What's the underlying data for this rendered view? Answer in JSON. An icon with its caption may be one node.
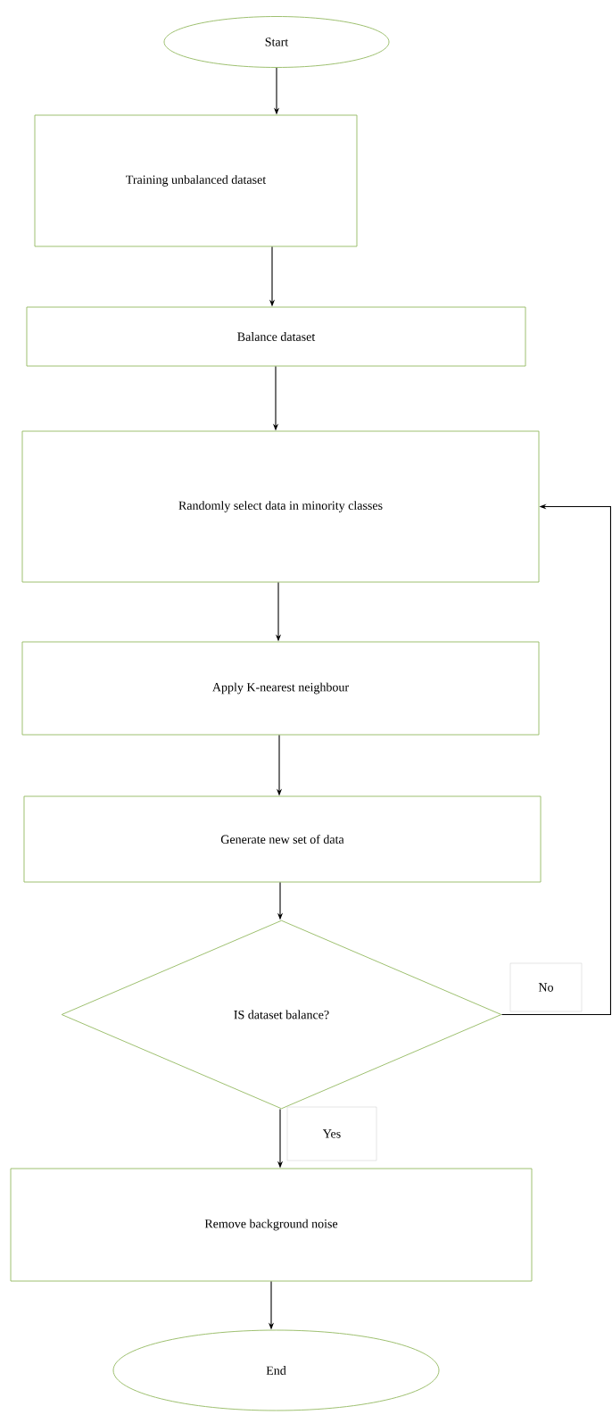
{
  "diagram": {
    "nodes": [
      {
        "text": [
          "Start"
        ]
      },
      {
        "text": [
          "Training unbalanced dataset"
        ]
      },
      {
        "text": [
          "Balance dataset"
        ]
      },
      {
        "text": [
          "Randomly select data in minority classes"
        ]
      },
      {
        "text": [
          "Apply K-nearest neighbour"
        ]
      },
      {
        "text": [
          "Generate new set of data"
        ]
      },
      {
        "text": [
          "IS dataset balance?"
        ]
      },
      {
        "text": [
          "Remove background noise"
        ]
      },
      {
        "text": [
          "End"
        ]
      }
    ],
    "edges": [
      {
        "from": 0,
        "to": 1,
        "arrow": "to"
      },
      {
        "from": 1,
        "to": 2,
        "arrow": "to"
      },
      {
        "from": 2,
        "to": 3,
        "arrow": "to"
      },
      {
        "from": 3,
        "to": 4,
        "arrow": "to"
      },
      {
        "from": 4,
        "to": 5,
        "arrow": "to"
      },
      {
        "from": 5,
        "to": 6,
        "arrow": "to"
      },
      {
        "from": 6,
        "to": 3,
        "arrow": "to",
        "label": "No"
      },
      {
        "from": 6,
        "to": 7,
        "arrow": "to",
        "label": "Yes"
      },
      {
        "from": 7,
        "to": 8,
        "arrow": "to"
      }
    ]
  }
}
